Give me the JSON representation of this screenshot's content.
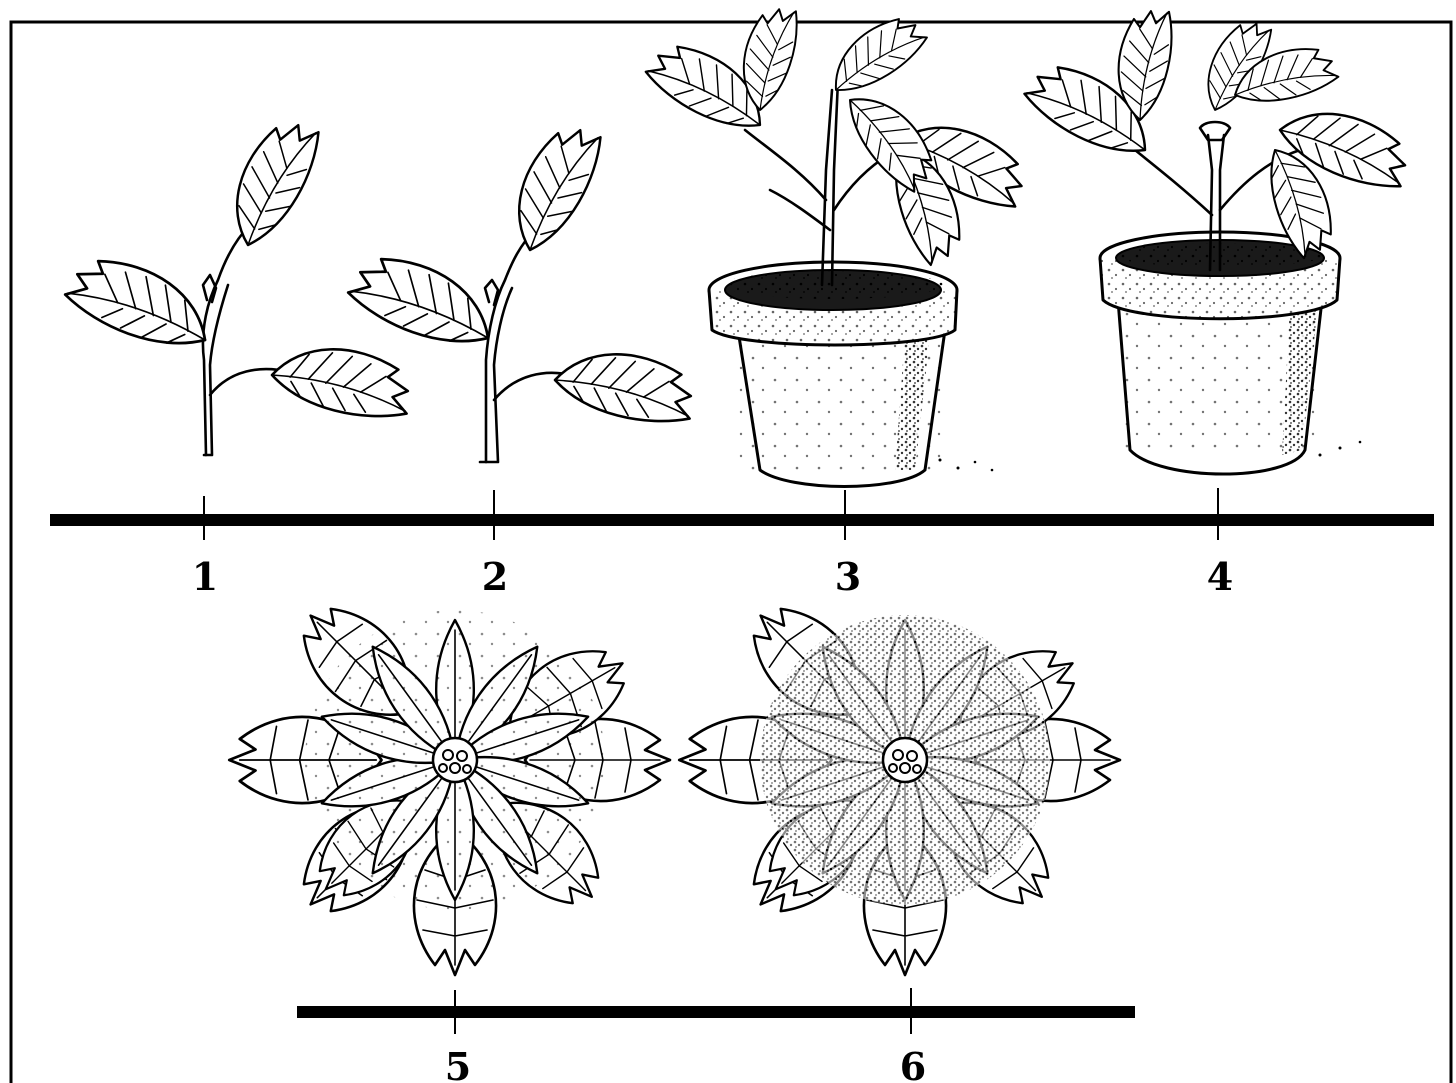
{
  "figure": {
    "stages": [
      {
        "id": "1",
        "label": "1"
      },
      {
        "id": "2",
        "label": "2"
      },
      {
        "id": "3",
        "label": "3"
      },
      {
        "id": "4",
        "label": "4"
      },
      {
        "id": "5",
        "label": "5"
      },
      {
        "id": "6",
        "label": "6"
      }
    ]
  },
  "colors": {
    "ink": "#000000",
    "paper": "#ffffff"
  }
}
